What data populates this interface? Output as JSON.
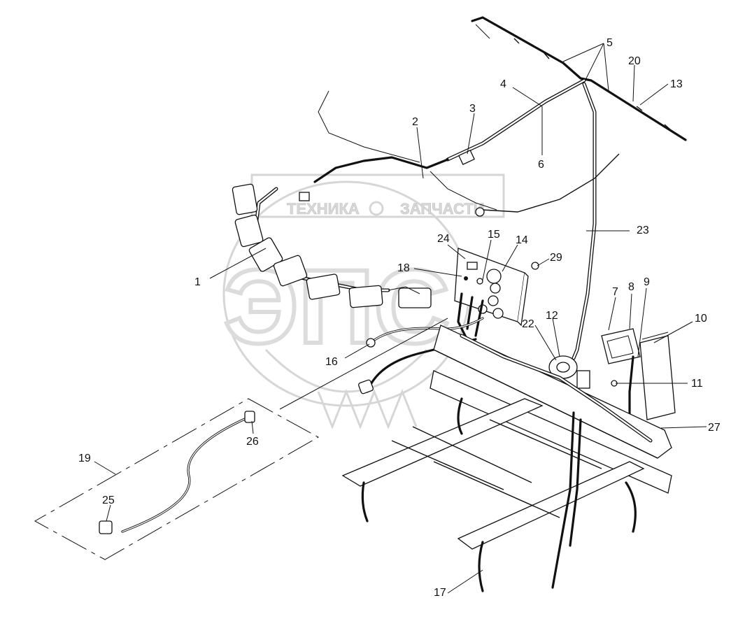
{
  "watermark": {
    "text_left": "ТЕХНИКА",
    "text_right": "ЗАПЧАСТИ",
    "logo": "ЭПС"
  },
  "callouts": [
    {
      "id": "c1",
      "label": "1"
    },
    {
      "id": "c2",
      "label": "2"
    },
    {
      "id": "c3",
      "label": "3"
    },
    {
      "id": "c4",
      "label": "4"
    },
    {
      "id": "c5",
      "label": "5"
    },
    {
      "id": "c6",
      "label": "6"
    },
    {
      "id": "c7",
      "label": "7"
    },
    {
      "id": "c8",
      "label": "8"
    },
    {
      "id": "c9",
      "label": "9"
    },
    {
      "id": "c10",
      "label": "10"
    },
    {
      "id": "c11",
      "label": "11"
    },
    {
      "id": "c12",
      "label": "12"
    },
    {
      "id": "c13",
      "label": "13"
    },
    {
      "id": "c14",
      "label": "14"
    },
    {
      "id": "c15",
      "label": "15"
    },
    {
      "id": "c16",
      "label": "16"
    },
    {
      "id": "c17",
      "label": "17"
    },
    {
      "id": "c18",
      "label": "18"
    },
    {
      "id": "c19",
      "label": "19"
    },
    {
      "id": "c20",
      "label": "20"
    },
    {
      "id": "c22",
      "label": "22"
    },
    {
      "id": "c23",
      "label": "23"
    },
    {
      "id": "c24",
      "label": "24"
    },
    {
      "id": "c25",
      "label": "25"
    },
    {
      "id": "c26",
      "label": "26"
    },
    {
      "id": "c27",
      "label": "27"
    },
    {
      "id": "c29",
      "label": "29"
    }
  ]
}
